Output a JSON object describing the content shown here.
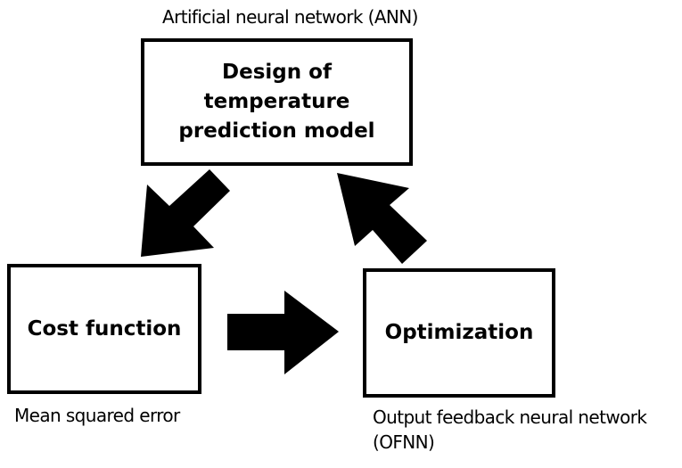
{
  "diagram": {
    "top_box": {
      "label_lines": [
        "Design of",
        "temperature",
        "prediction model"
      ],
      "caption": "Artificial neural network (ANN)"
    },
    "left_box": {
      "label": "Cost function",
      "caption": "Mean squared error"
    },
    "right_box": {
      "label": "Optimization",
      "caption_lines": [
        "Output feedback neural network",
        "(OFNN)"
      ]
    },
    "arrows": [
      {
        "from": "top_box",
        "to": "left_box"
      },
      {
        "from": "left_box",
        "to": "right_box"
      },
      {
        "from": "right_box",
        "to": "top_box"
      }
    ],
    "colors": {
      "stroke": "#000000",
      "fill": "#000000",
      "background": "#ffffff"
    }
  }
}
